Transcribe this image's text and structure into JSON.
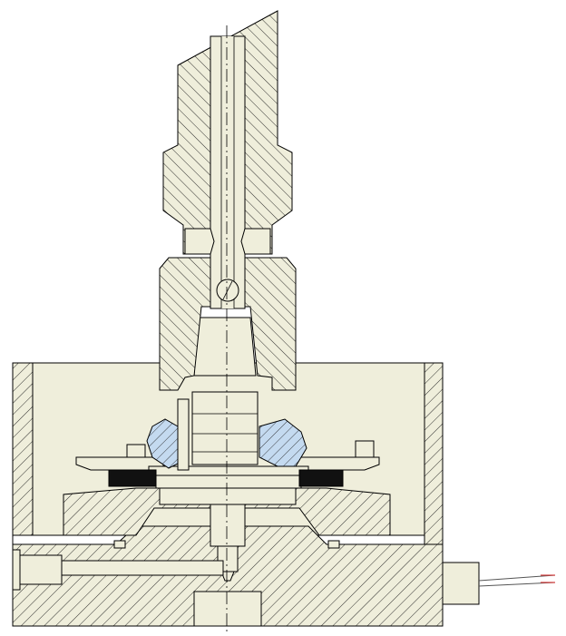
{
  "drawing": {
    "colors": {
      "background": "#ffffff",
      "body_fill": "#efeedb",
      "seal_fill": "#c4daf0",
      "gasket_fill": "#111111",
      "outline": "#000000",
      "hatch": "#1a1a1a",
      "wire_red": "#d23a3a"
    },
    "parts": [
      {
        "name": "tube-fitting",
        "material": "hatched"
      },
      {
        "name": "union-nut",
        "material": "hatched"
      },
      {
        "name": "sensor-housing",
        "material": "hatched"
      },
      {
        "name": "diaphragm-base",
        "material": "hatched"
      },
      {
        "name": "seal-ring-left",
        "material": "seal"
      },
      {
        "name": "seal-ring-right",
        "material": "seal"
      },
      {
        "name": "gasket-left",
        "material": "gasket"
      },
      {
        "name": "gasket-right",
        "material": "gasket"
      },
      {
        "name": "side-plug",
        "material": "plain"
      },
      {
        "name": "cable-gland",
        "material": "plain"
      }
    ]
  }
}
